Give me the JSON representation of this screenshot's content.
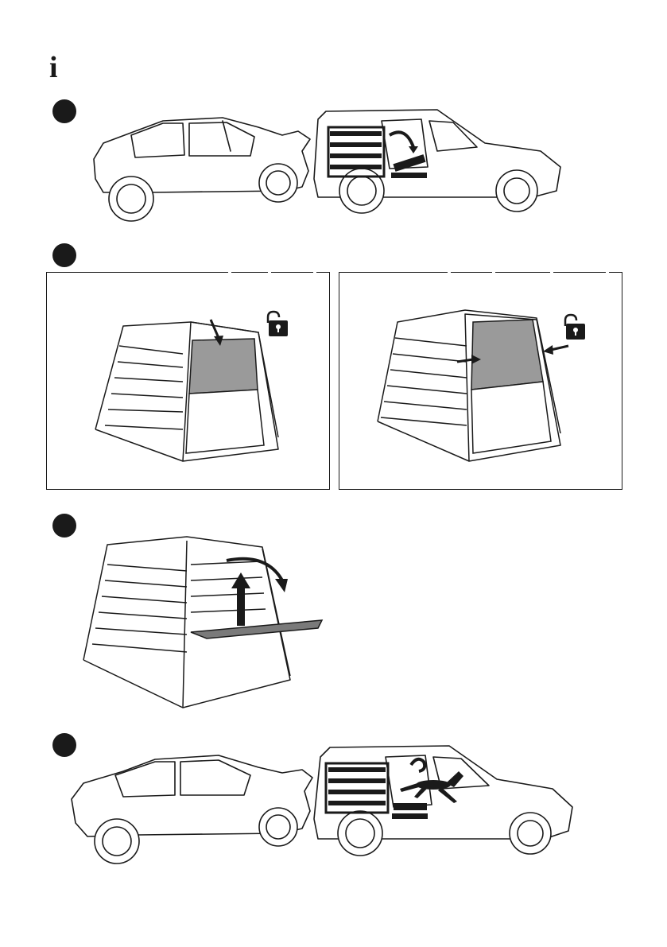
{
  "page": {
    "info_icon": "info-icon",
    "steps": [
      {
        "name": "step-1",
        "scene": "car-ramp-opening-rear-door"
      },
      {
        "name": "step-2",
        "panels": [
          "crate-unlock-top-latch",
          "crate-unlock-side-latches"
        ],
        "icons": [
          "unlock-padlock-icon",
          "unlock-padlock-icon"
        ]
      },
      {
        "name": "step-3",
        "scene": "crate-door-fold-up"
      },
      {
        "name": "step-4",
        "scene": "dog-exits-crate-from-car"
      }
    ],
    "colors": {
      "ink": "#1a1a1a",
      "highlight_gray": "#9a9a9a",
      "door_shade": "#b5b5b5"
    }
  }
}
